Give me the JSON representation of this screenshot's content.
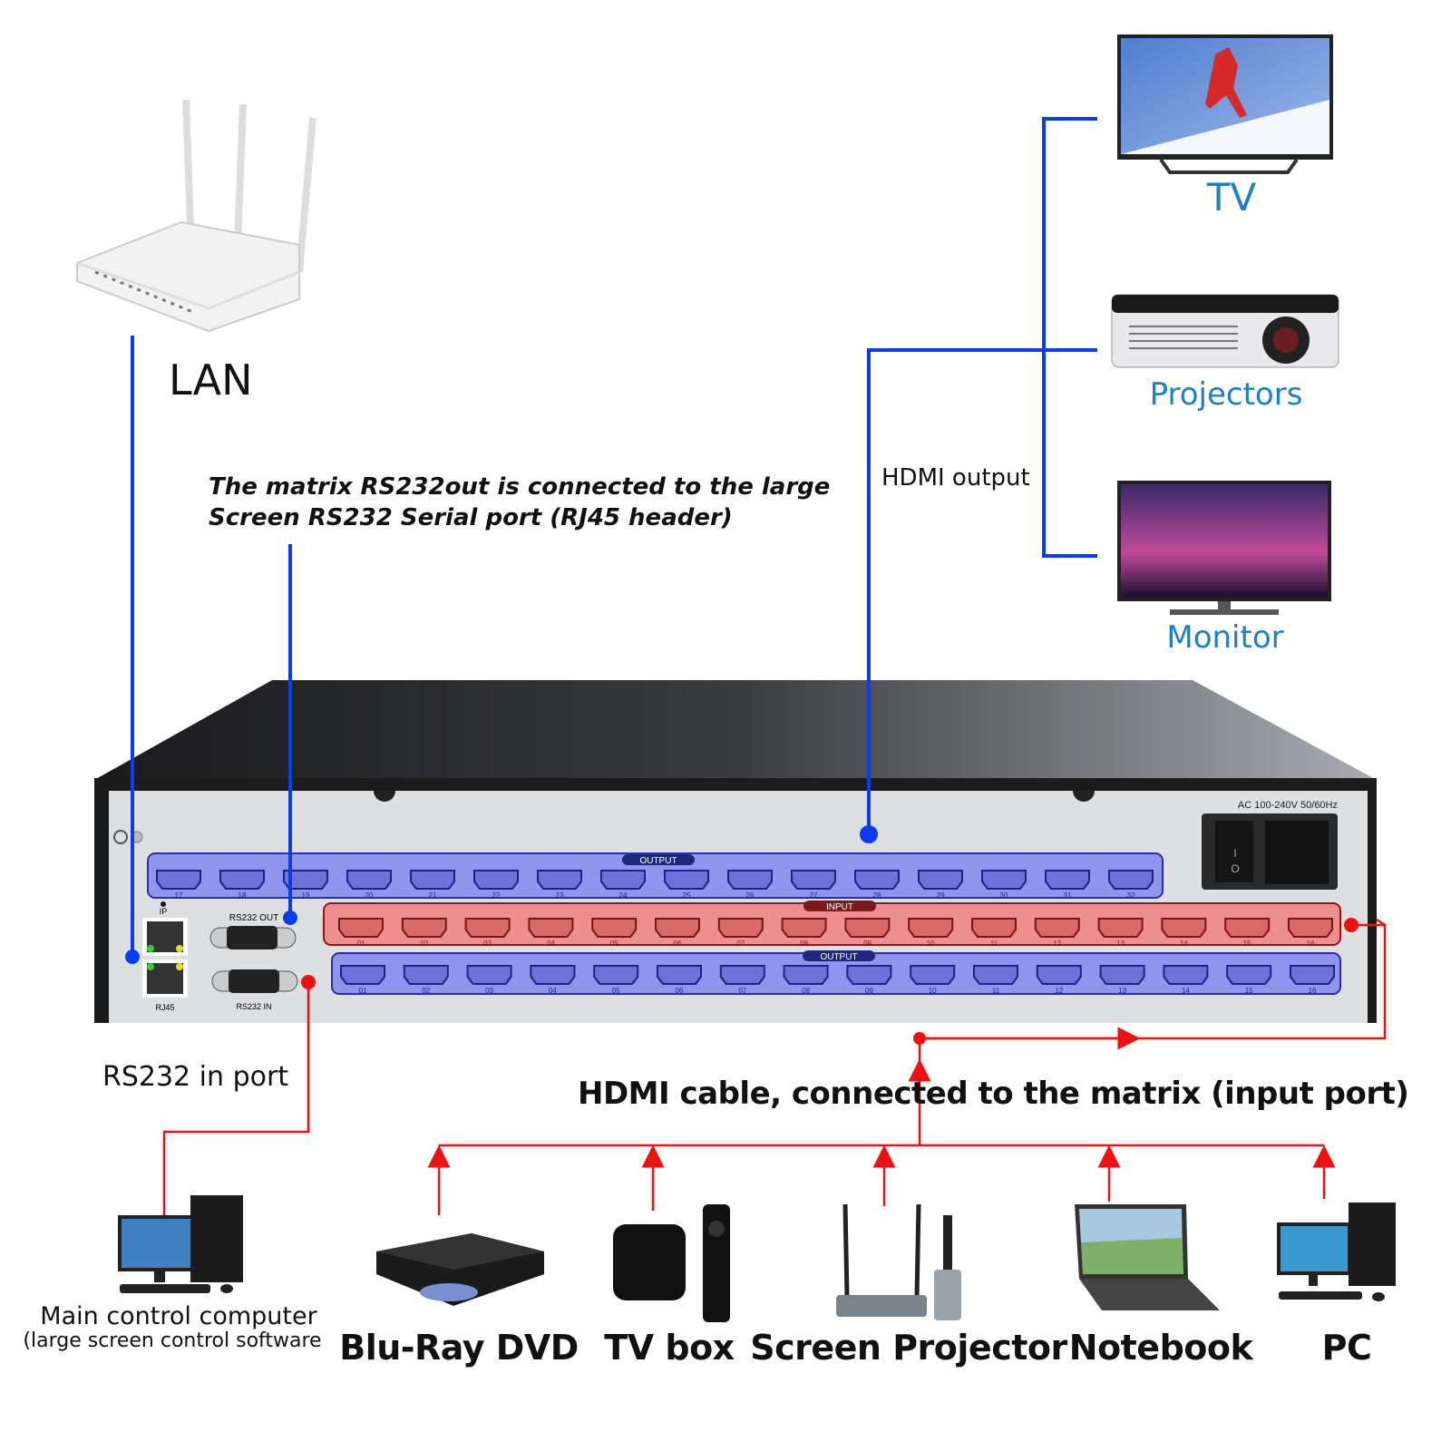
{
  "network": {
    "lan_label": "LAN"
  },
  "caption": {
    "line1": "The matrix RS232out is connected to the large",
    "line2": "Screen RS232  Serial port (RJ45 header)"
  },
  "outputs": {
    "hdmi_output_label": "HDMI output",
    "devices": [
      {
        "label": "TV"
      },
      {
        "label": "Projectors"
      },
      {
        "label": "Monitor"
      }
    ]
  },
  "matrix": {
    "power_label": "AC 100-240V 50/60Hz",
    "switch_on": "I",
    "switch_off": "O",
    "ip_label": "IP",
    "rj45_label": "RJ45",
    "rs232_out_label": "RS232 OUT",
    "rs232_in_label": "RS232 IN",
    "top_output": {
      "badge": "OUTPUT",
      "ports": [
        "17",
        "18",
        "19",
        "20",
        "21",
        "22",
        "23",
        "24",
        "25",
        "26",
        "27",
        "28",
        "29",
        "30",
        "31",
        "32"
      ]
    },
    "input": {
      "badge": "INPUT",
      "ports": [
        "01",
        "02",
        "03",
        "04",
        "05",
        "06",
        "07",
        "08",
        "09",
        "10",
        "11",
        "12",
        "13",
        "14",
        "15",
        "16"
      ]
    },
    "bottom_output": {
      "badge": "OUTPUT",
      "ports": [
        "01",
        "02",
        "03",
        "04",
        "05",
        "06",
        "07",
        "08",
        "09",
        "10",
        "11",
        "12",
        "13",
        "14",
        "15",
        "16"
      ]
    }
  },
  "control": {
    "rs232_in_port_label": "RS232 in port",
    "main_computer_label": "Main control computer",
    "main_computer_sub": "(large screen control software"
  },
  "sources": {
    "hdmi_cable_label": "HDMI cable, connected to the matrix (input port)",
    "items": [
      {
        "label": "Blu-Ray DVD"
      },
      {
        "label": "TV box"
      },
      {
        "label": "Screen Projector"
      },
      {
        "label": "Notebook"
      },
      {
        "label": "PC"
      }
    ]
  },
  "colors": {
    "line_blue": "#0a3cf0",
    "line_red": "#f01010",
    "label_blue": "#1e7fc6",
    "output_band": "#8f94ee",
    "input_band": "#ef8e8e"
  }
}
